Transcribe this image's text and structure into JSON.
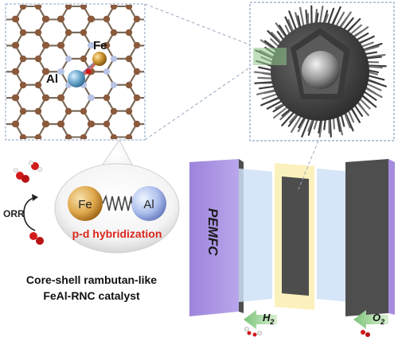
{
  "atoms": {
    "fe_label": "Fe",
    "al_label": "Al"
  },
  "bubble": {
    "fe_label": "Fe",
    "al_label": "Al",
    "caption": "p-d hybridization"
  },
  "reaction": {
    "label": "ORR"
  },
  "catalyst": {
    "line1": "Core-shell rambutan-like",
    "line2": "FeAl-RNC catalyst"
  },
  "fuel_cell": {
    "label": "PEMFC",
    "h2_label": "H",
    "h2_sub": "2",
    "o2_label": "O",
    "o2_sub": "2"
  },
  "colors": {
    "carbon": "#8b5a3c",
    "nitrogen": "#b8c4e4",
    "fe": "#c8902a",
    "al": "#6aa6cc",
    "oxygen": "#d11a1a",
    "accent_red": "#d8261c",
    "pemfc_purple": "#a68cdf",
    "membrane_blue": "#cfe0f6",
    "catalyst_yellow": "#fbf0b8",
    "gas_green": "#9fd09a"
  }
}
